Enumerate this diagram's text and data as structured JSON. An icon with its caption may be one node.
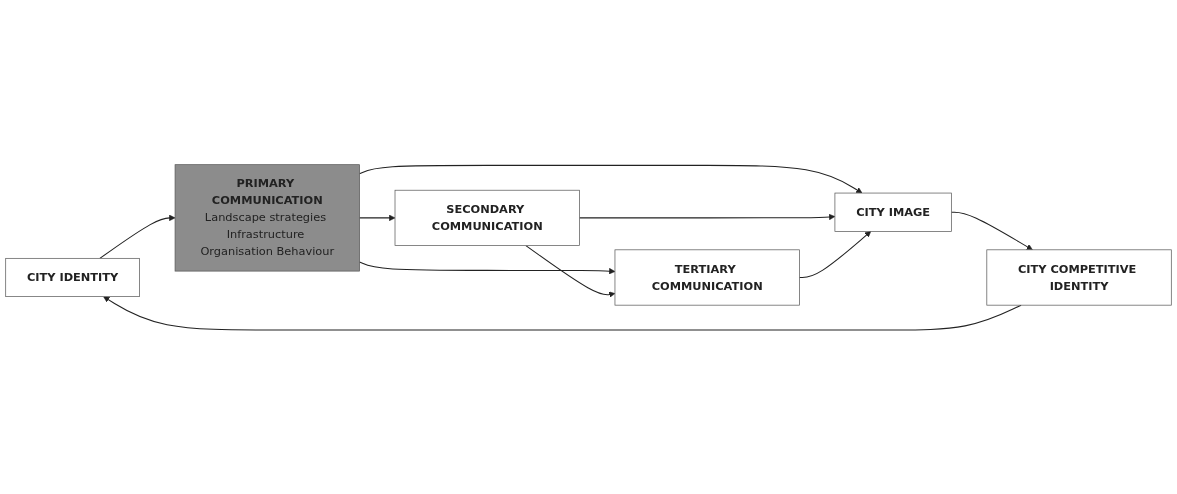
{
  "diagram": {
    "nodes": [
      {
        "text": [
          "CITY IDENTITY"
        ]
      },
      {
        "text": [
          "PRIMARY COMMUNICATION",
          "Landscape strategies Infrastructure Organisation Behaviour"
        ]
      },
      {
        "text": [
          "SECONDARY COMMUNICATION"
        ]
      },
      {
        "text": [
          "TERTIARY COMMUNICATION"
        ]
      },
      {
        "text": [
          "CITY IMAGE"
        ]
      },
      {
        "text": [
          "CITY COMPETITIVE IDENTITY"
        ]
      }
    ],
    "edges": [
      {
        "from": 0,
        "to": 1,
        "arrow": "to"
      },
      {
        "from": 1,
        "to": 2,
        "arrow": "to"
      },
      {
        "from": 1,
        "to": 4,
        "arrow": "to"
      },
      {
        "from": 1,
        "to": 3,
        "arrow": "to"
      },
      {
        "from": 2,
        "to": 3,
        "arrow": "to"
      },
      {
        "from": 2,
        "to": 4,
        "arrow": "to"
      },
      {
        "from": 3,
        "to": 4,
        "arrow": "to"
      },
      {
        "from": 4,
        "to": 5,
        "arrow": "to"
      },
      {
        "from": 5,
        "to": 0,
        "arrow": "to"
      }
    ]
  }
}
